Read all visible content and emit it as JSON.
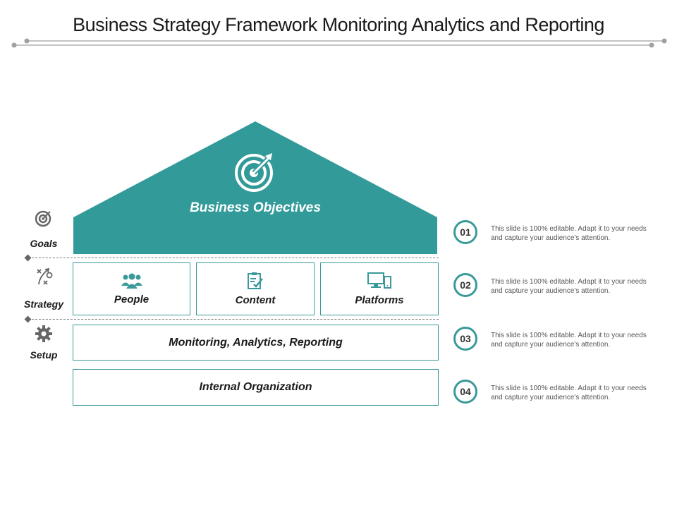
{
  "title": "Business Strategy Framework Monitoring Analytics and Reporting",
  "colors": {
    "teal": "#3a9a9a",
    "roof": "#339a9a",
    "text": "#1a1a1a",
    "muted": "#555555"
  },
  "roof": {
    "label": "Business Objectives",
    "icon": "target-icon"
  },
  "pillars": [
    {
      "label": "People",
      "icon": "people-icon"
    },
    {
      "label": "Content",
      "icon": "clipboard-check-icon"
    },
    {
      "label": "Platforms",
      "icon": "devices-icon"
    }
  ],
  "layers": [
    {
      "label": "Monitoring, Analytics, Reporting"
    },
    {
      "label": "Internal Organization"
    }
  ],
  "sidebar": [
    {
      "label": "Goals",
      "icon": "target-icon"
    },
    {
      "label": "Strategy",
      "icon": "strategy-icon"
    },
    {
      "label": "Setup",
      "icon": "gear-icon"
    }
  ],
  "steps": [
    {
      "num": "01",
      "text": "This slide is 100% editable. Adapt it to your needs and capture your audience's attention."
    },
    {
      "num": "02",
      "text": "This slide is 100% editable. Adapt it to your needs and capture your audience's attention."
    },
    {
      "num": "03",
      "text": "This slide is 100% editable. Adapt it to your needs and capture your audience's attention."
    },
    {
      "num": "04",
      "text": "This slide is 100% editable. Adapt it to your needs and capture your audience's attention."
    }
  ]
}
